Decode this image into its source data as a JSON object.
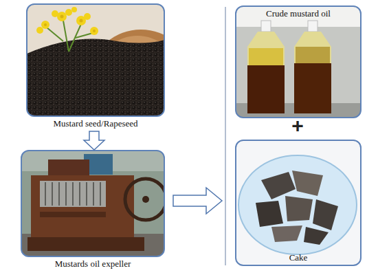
{
  "diagram": {
    "nodes": [
      {
        "text": [
          "Mustard seed/Rapeseed"
        ]
      },
      {
        "text": [
          "Mustards oil expeller"
        ]
      },
      {
        "text": [
          "Crude mustard oil"
        ]
      },
      {
        "text": [
          "Cake"
        ]
      }
    ],
    "edges": [
      {
        "from": 0,
        "to": 1,
        "arrow": "to"
      }
    ],
    "labels": [
      "+"
    ]
  }
}
